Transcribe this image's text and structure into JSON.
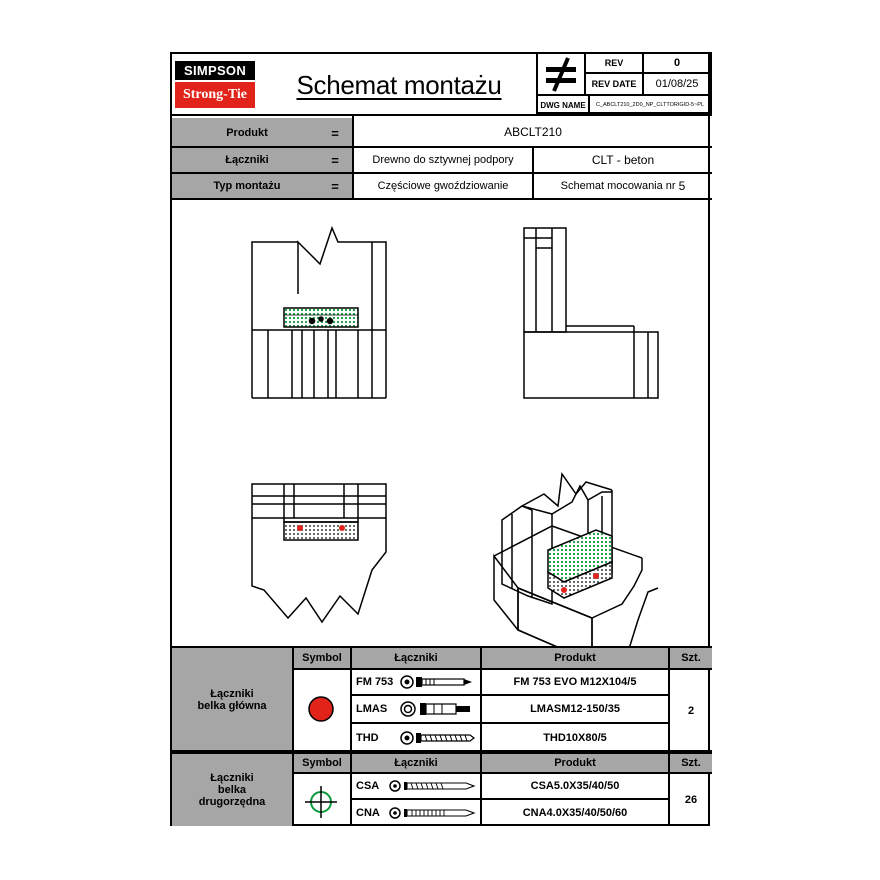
{
  "header": {
    "brand_top": "SIMPSON",
    "brand_bottom": "Strong-Tie",
    "title": "Schemat montażu",
    "rev_label": "REV",
    "rev_value": "0",
    "rev_date_label": "REV DATE",
    "rev_date_value": "01/08/25",
    "dwg_label": "DWG NAME",
    "dwg_value": "C_ABCLT210_2D0_NP_CLTTORIGID-5~PL"
  },
  "info": {
    "eq": "=",
    "rows": [
      {
        "label": "Produkt",
        "value": "ABCLT210"
      },
      {
        "label": "Łączniki",
        "value": "Drewno do sztywnej podpory",
        "value2": "CLT - beton"
      },
      {
        "label": "Typ montażu",
        "value": "Częściowe gwoździowanie",
        "value2": "Schemat mocowania nr",
        "value2_num": "5"
      }
    ]
  },
  "table1": {
    "group_label": "Łączniki\nbelka główna",
    "head_symbol": "Symbol",
    "head_fasteners": "Łączniki",
    "head_product": "Produkt",
    "head_qty": "Szt.",
    "rows": [
      {
        "code": "FM 753",
        "product": "FM 753 EVO M12X104/5"
      },
      {
        "code": "LMAS",
        "product": "LMASM12-150/35"
      },
      {
        "code": "THD",
        "product": "THD10X80/5"
      }
    ],
    "qty": "2",
    "symbol_color": "#e2231a"
  },
  "table2": {
    "group_label": "Łączniki\nbelka\ndrugorzędna",
    "head_symbol": "Symbol",
    "head_fasteners": "Łączniki",
    "head_product": "Produkt",
    "head_qty": "Szt.",
    "rows": [
      {
        "code": "CSA",
        "product": "CSA5.0X35/40/50"
      },
      {
        "code": "CNA",
        "product": "CNA4.0X35/40/50/60"
      }
    ],
    "qty": "26",
    "symbol_color": "#0a9a3c"
  },
  "colors": {
    "nail_green": "#0a9a3c",
    "anchor_red": "#e2231a",
    "header_grey": "#a6a6a6"
  }
}
